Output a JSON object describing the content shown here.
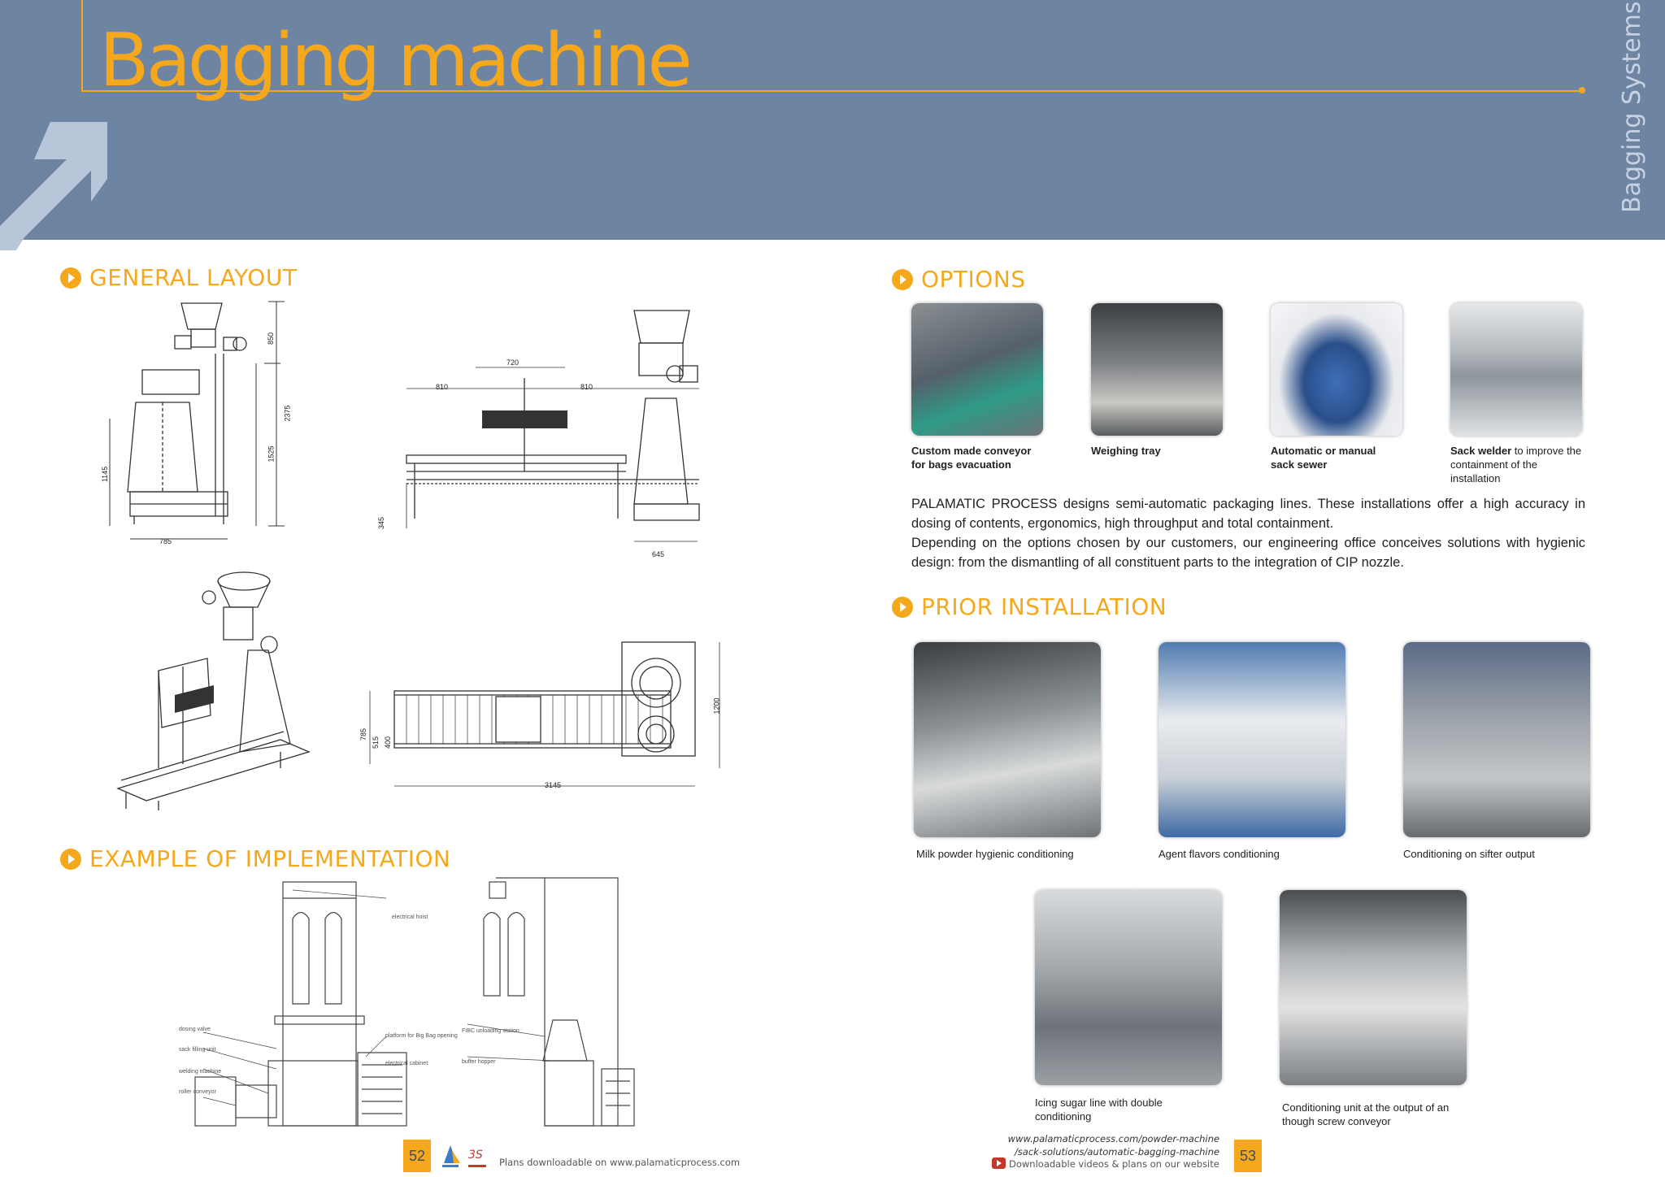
{
  "header": {
    "title": "Bagging machine",
    "side_label": "Bagging Systems"
  },
  "sections": {
    "general_layout": "GENERAL LAYOUT",
    "example": "EXAMPLE OF IMPLEMENTATION",
    "options": "OPTIONS",
    "prior": "PRIOR INSTALLATION"
  },
  "drawing_labels": {
    "d1": [
      "850",
      "2375",
      "1525",
      "1145",
      "785"
    ],
    "d2": [
      "720",
      "810",
      "810",
      "345",
      "645"
    ],
    "d3": [
      "785",
      "515",
      "400",
      "1200",
      "3145"
    ],
    "impl_left": [
      "dosing valve",
      "sack filling unit",
      "welding machine",
      "roller conveyor",
      "electrical hoist",
      "platform for Big Bag opening",
      "electrical cabinet"
    ],
    "impl_right": [
      "FIBC unloading station",
      "buffer hopper"
    ]
  },
  "options": [
    {
      "bold": "Custom made conveyor for bags evacuation",
      "rest": ""
    },
    {
      "bold": "Weighing tray",
      "rest": ""
    },
    {
      "bold": "Automatic or manual sack sewer",
      "rest": ""
    },
    {
      "bold": "Sack welder",
      "rest": " to improve the containment of the installation"
    }
  ],
  "description": [
    "PALAMATIC PROCESS designs semi-automatic packaging lines. These installations offer a high accuracy in dosing of contents, ergonomics, high throughput and total containment.",
    "Depending on the options chosen by our customers, our engineering office conceives solutions with hygienic design: from the dismantling of all constituent parts to the integration of CIP nozzle."
  ],
  "prior": [
    "Milk powder hygienic conditioning",
    "Agent flavors conditioning",
    "Conditioning on sifter output",
    "Icing sugar line with double conditioning",
    "Conditioning unit at the output of an though screw conveyor"
  ],
  "footer": {
    "page_left": "52",
    "page_right": "53",
    "plans_text": "Plans downloadable on www.palamaticprocess.com",
    "url_line1": "www.palamaticprocess.com/powder-machine",
    "url_line2": "/sack-solutions/automatic-bagging-machine",
    "videos_text": "Downloadable videos & plans on our website"
  },
  "colors": {
    "banner": "#6e84a3",
    "accent": "#f5a81c"
  }
}
